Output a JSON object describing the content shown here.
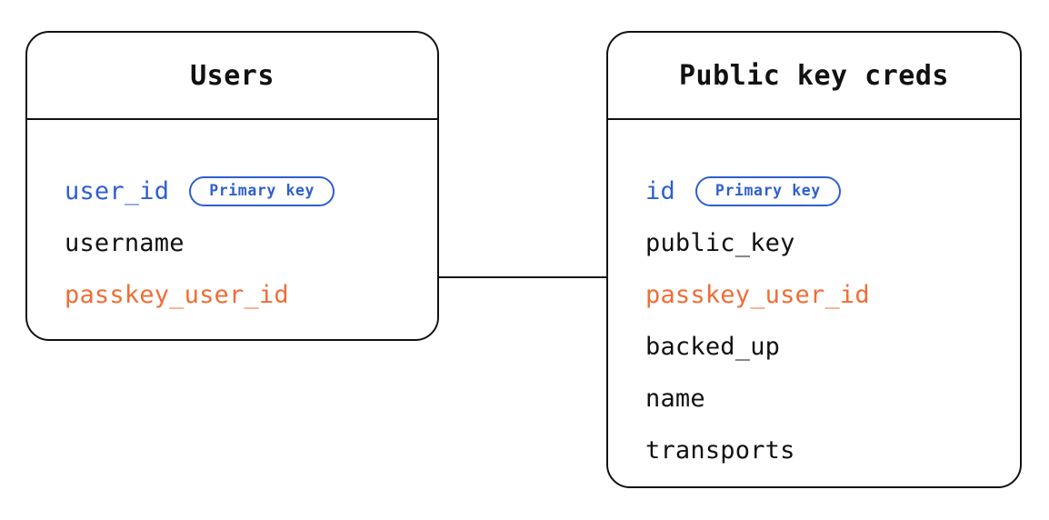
{
  "diagram": {
    "type": "entity-relationship-diagram",
    "background_color": "#ffffff",
    "colors": {
      "border": "#111111",
      "text": "#111111",
      "primary_key": "#2f5fd0",
      "foreign_key": "#ef6d35"
    },
    "entities": [
      {
        "id": "users",
        "title": "Users",
        "fields": [
          {
            "name": "user_id",
            "role": "primary",
            "badge": "Primary key"
          },
          {
            "name": "username",
            "role": "plain",
            "badge": null
          },
          {
            "name": "passkey_user_id",
            "role": "foreign",
            "badge": null
          }
        ]
      },
      {
        "id": "public_key_creds",
        "title": "Public key creds",
        "fields": [
          {
            "name": "id",
            "role": "primary",
            "badge": "Primary key"
          },
          {
            "name": "public_key",
            "role": "plain",
            "badge": null
          },
          {
            "name": "passkey_user_id",
            "role": "foreign",
            "badge": null
          },
          {
            "name": "backed_up",
            "role": "plain",
            "badge": null
          },
          {
            "name": "name",
            "role": "plain",
            "badge": null
          },
          {
            "name": "transports",
            "role": "plain",
            "badge": null
          }
        ]
      }
    ],
    "relationships": [
      {
        "from_entity": "users",
        "from_field": "passkey_user_id",
        "to_entity": "public_key_creds",
        "to_field": "passkey_user_id",
        "style": "solid-line"
      }
    ]
  }
}
